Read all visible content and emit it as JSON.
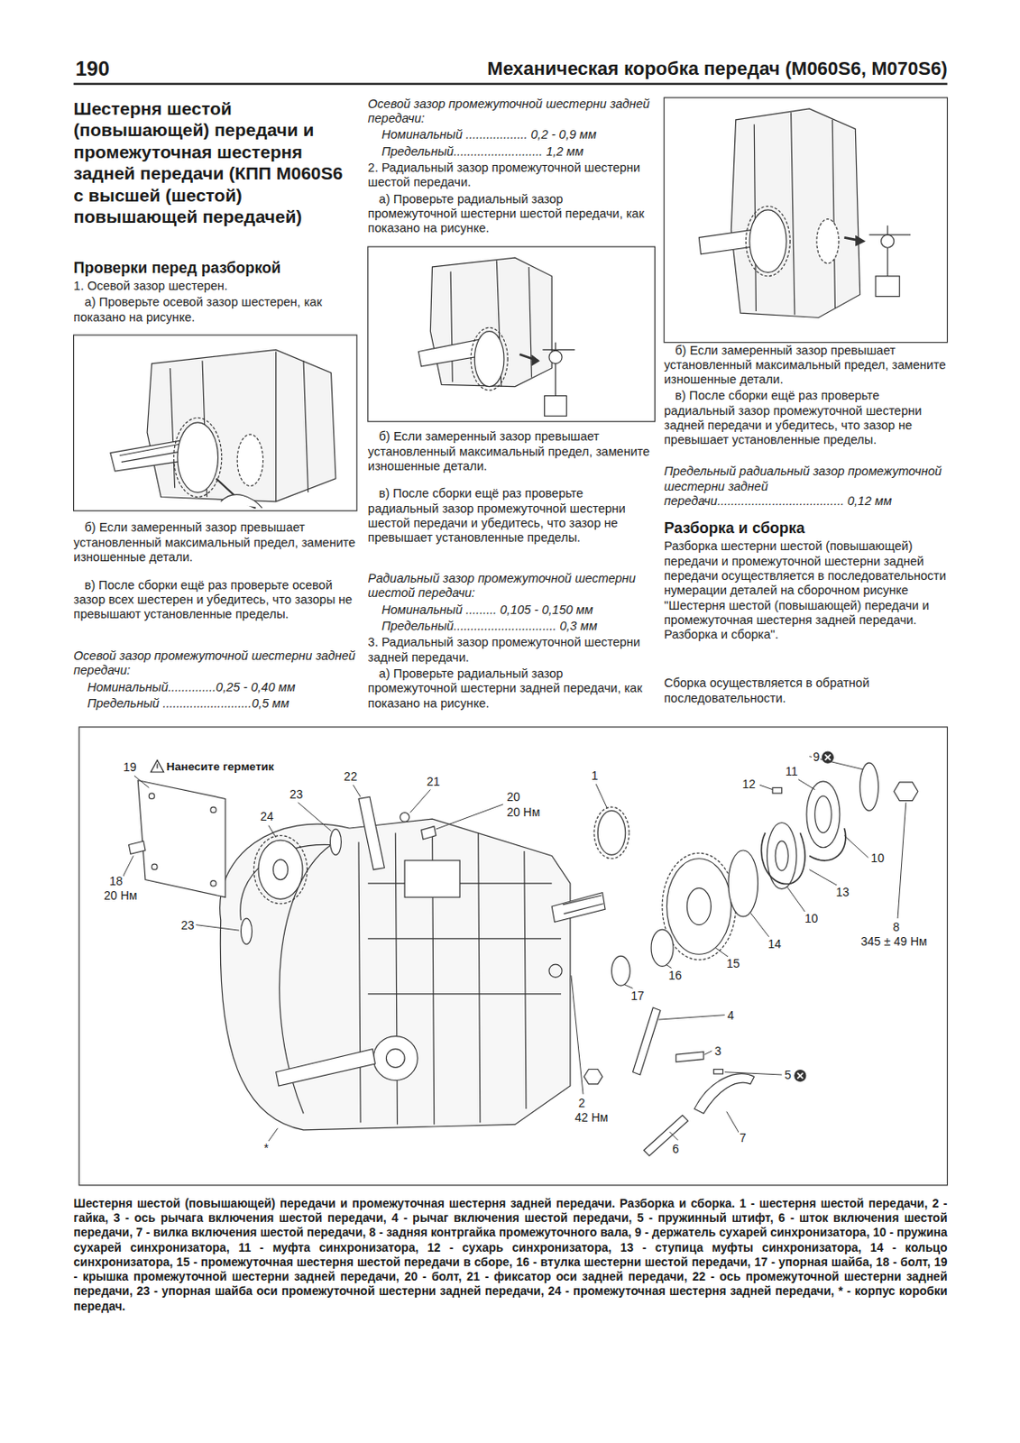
{
  "diagram": {
    "title": "Механическая коробка передач (M060S6, M070S6)",
    "caption": "Шестерня шестой (повышающей) передачи и промежуточная шестерня задней передачи. Разборка и сборка. 1 - шестерня шестой передачи, 2 - гайка, 3 - ось рычага включения шестой передачи, 4 - рычаг включения шестой передачи, 5 - пружинный штифт, 6 - шток включения шестой передачи, 7 - вилка включения шестой передачи, 8 - задняя контргайка промежуточного вала, 9 - держатель сухарей синхронизатора, 10 - пружина сухарей синхронизатора, 11 - муфта синхронизатора, 12 - сухарь синхронизатора, 13 - ступица муфты синхронизатора, 14 - кольцо синхронизатора, 15 - промежуточная шестерня шестой передачи в сборе, 16 - втулка шестерни шестой передачи, 17 - упорная шайба, 18 - болт, 19 - крышка промежуточной шестерни задней передачи, 20 - болт, 21 - фиксатор оси задней передачи, 22 - ось промежуточной шестерни задней передачи, 23 - упорная шайба оси промежуточной шестерни задней передачи, 24 - промежуточная шестерня задней передачи, * - корпус коробки передач.",
    "labels": [
      "190",
      "Шестерня шестой (повышающей) передачи и промежуточная шестерня задней передачи (КПП M060S6 с высшей (шестой) повышающей передачей)",
      "Проверки перед разборкой",
      "1. Осевой зазор шестерен.",
      "а) Проверьте осевой зазор шестерен, как показано на рисунке.",
      "б) Если замеренный зазор превышает установленный максимальный предел, замените изношенные детали.",
      "в) После сборки ещё раз проверьте осевой зазор всех шестерен и убедитесь, что зазоры не превышают установленные пределы.",
      "Осевой зазор промежуточной шестерни задней передачи:",
      "Номинальный..............0,25 - 0,40 мм",
      "Предельный ..........................0,5 мм",
      "Осевой зазор промежуточной шестерни задней передачи:",
      "Номинальный .................. 0,2 - 0,9 мм",
      "Предельный.......................... 1,2 мм",
      "2. Радиальный зазор промежуточной шестерни шестой передачи.",
      "а) Проверьте радиальный зазор промежуточной шестерни шестой передачи, как показано на рисунке.",
      "б) Если замеренный зазор превышает установленный максимальный предел, замените изношенные детали.",
      "в) После сборки ещё раз проверьте радиальный зазор промежуточной шестерни шестой передачи и убедитесь, что зазор не превышает установленные пределы.",
      "Радиальный зазор промежуточной шестерни шестой передачи:",
      "Номинальный ......... 0,105 - 0,150 мм",
      "Предельный.............................. 0,3 мм",
      "3. Радиальный зазор промежуточной шестерни задней передачи.",
      "а) Проверьте радиальный зазор промежуточной шестерни задней передачи, как показано на рисунке.",
      "б) Если замеренный зазор превышает установленный максимальный предел, замените изношенные детали.",
      "в) После сборки ещё раз проверьте радиальный зазор промежуточной шестерни задней передачи и убедитесь, что зазор не превышает установленные пределы.",
      "Предельный радиальный зазор промежуточной шестерни задней передачи..................................... 0,12 мм",
      "Разборка и сборка",
      "Разборка шестерни шестой (повышающей) передачи и промежуточной шестерни задней передачи осуществляется в последовательности нумерации деталей на сборочном рисунке \"Шестерня шестой (повышающей) передачи и промежуточная шестерня задней передачи. Разборка и сборка\".",
      "Сборка осуществляется в обратной последовательности.",
      "19",
      "Нанесите герметик",
      "22",
      "21",
      "20",
      "20 Нм",
      "23",
      "24",
      "18",
      "20 Нм",
      "23",
      "1",
      "12",
      "11",
      "9",
      "10",
      "13",
      "10",
      "14",
      "8",
      "345 ± 49 Нм",
      "15",
      "16",
      "17",
      "4",
      "3",
      "5",
      "2",
      "42 Нм",
      "6",
      "7",
      "*"
    ]
  }
}
